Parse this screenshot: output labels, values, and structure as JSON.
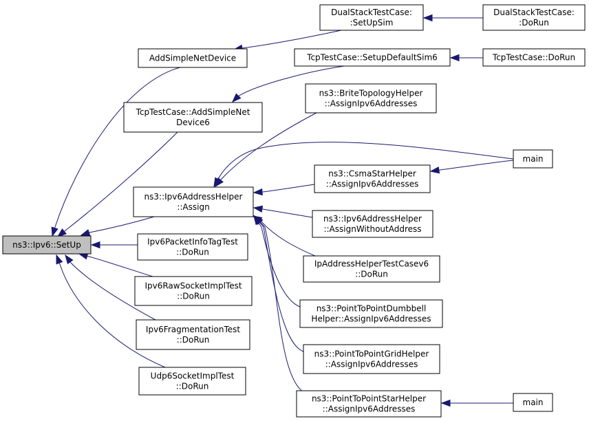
{
  "colors": {
    "edge": "#191970",
    "root_fill": "#bfbfbf",
    "node_fill": "#ffffff",
    "border": "#000000"
  },
  "nodes": {
    "setup": {
      "lines": [
        "ns3::Ipv6::SetUp"
      ],
      "root": true
    },
    "addsimple": {
      "lines": [
        "AddSimpleNetDevice"
      ]
    },
    "tcpadd6": {
      "lines": [
        "TcpTestCase::AddSimpleNet",
        "Device6"
      ]
    },
    "assign": {
      "lines": [
        "ns3::Ipv6AddressHelper",
        "::Assign"
      ]
    },
    "pkttag": {
      "lines": [
        "Ipv6PacketInfoTagTest",
        "::DoRun"
      ]
    },
    "rawsock": {
      "lines": [
        "Ipv6RawSocketImplTest",
        "::DoRun"
      ]
    },
    "frag": {
      "lines": [
        "Ipv6FragmentationTest",
        "::DoRun"
      ]
    },
    "udp6": {
      "lines": [
        "Udp6SocketImplTest",
        "::DoRun"
      ]
    },
    "dssetup": {
      "lines": [
        "DualStackTestCase:",
        ":SetUpSim"
      ]
    },
    "dsdorun": {
      "lines": [
        "DualStackTestCase:",
        ":DoRun"
      ]
    },
    "tcpsetup": {
      "lines": [
        "TcpTestCase::SetupDefaultSim6"
      ]
    },
    "tcpdorun": {
      "lines": [
        "TcpTestCase::DoRun"
      ]
    },
    "brite": {
      "lines": [
        "ns3::BriteTopologyHelper",
        "::AssignIpv6Addresses"
      ]
    },
    "main1": {
      "lines": [
        "main"
      ]
    },
    "csma": {
      "lines": [
        "ns3::CsmaStarHelper",
        "::AssignIpv6Addresses"
      ]
    },
    "assignwo": {
      "lines": [
        "ns3::Ipv6AddressHelper",
        "::AssignWithoutAddress"
      ]
    },
    "iptest": {
      "lines": [
        "IpAddressHelperTestCasev6",
        "::DoRun"
      ]
    },
    "dumbbell": {
      "lines": [
        "ns3::PointToPointDumbbell",
        "Helper::AssignIpv6Addresses"
      ]
    },
    "grid": {
      "lines": [
        "ns3::PointToPointGridHelper",
        "::AssignIpv6Addresses"
      ]
    },
    "star": {
      "lines": [
        "ns3::PointToPointStarHelper",
        "::AssignIpv6Addresses"
      ]
    },
    "main2": {
      "lines": [
        "main"
      ]
    }
  },
  "edges": [
    [
      "addsimple",
      "setup"
    ],
    [
      "tcpadd6",
      "setup"
    ],
    [
      "assign",
      "setup"
    ],
    [
      "pkttag",
      "setup"
    ],
    [
      "rawsock",
      "setup"
    ],
    [
      "frag",
      "setup"
    ],
    [
      "udp6",
      "setup"
    ],
    [
      "dssetup",
      "addsimple"
    ],
    [
      "dsdorun",
      "dssetup"
    ],
    [
      "tcpsetup",
      "tcpadd6"
    ],
    [
      "tcpdorun",
      "tcpsetup"
    ],
    [
      "brite",
      "assign"
    ],
    [
      "main1",
      "assign"
    ],
    [
      "csma",
      "assign"
    ],
    [
      "main1",
      "csma"
    ],
    [
      "assignwo",
      "assign"
    ],
    [
      "iptest",
      "assign"
    ],
    [
      "dumbbell",
      "assign"
    ],
    [
      "grid",
      "assign"
    ],
    [
      "star",
      "assign"
    ],
    [
      "main2",
      "star"
    ]
  ]
}
